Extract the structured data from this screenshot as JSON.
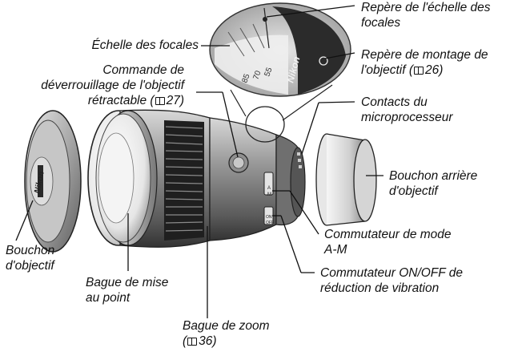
{
  "labels": {
    "focal_scale": "Échelle des focales",
    "retract_release_l1": "Commande de",
    "retract_release_l2": "déverrouillage de l'objectif",
    "retract_release_l3": "rétractable (",
    "retract_release_ref": "27)",
    "focal_mark_l1": "Repère de l'échelle des",
    "focal_mark_l2": "focales",
    "mount_mark_l1": "Repère de montage de",
    "mount_mark_l2": "l'objectif (",
    "mount_mark_ref": "26)",
    "cpu_l1": "Contacts du",
    "cpu_l2": "microprocesseur",
    "rear_cap_l1": "Bouchon arrière",
    "rear_cap_l2": "d'objectif",
    "am_l1": "Commutateur de mode",
    "am_l2": "A-M",
    "vr_l1": "Commutateur ON/OFF de",
    "vr_l2": "réduction de vibration",
    "front_cap_l1": "Bouchon",
    "front_cap_l2": "d'objectif",
    "focus_ring_l1": "Bague de mise",
    "focus_ring_l2": "au point",
    "zoom_ring_l1": "Bague de zoom",
    "zoom_ring_ref": "36)"
  },
  "illustration": {
    "cap_brand": "Nikon",
    "lens_brand": "Nikon",
    "scale_marks": [
      "85",
      "70",
      "55"
    ],
    "am_switch": [
      "A",
      "M"
    ],
    "vr_switch": [
      "ON",
      "OFF"
    ]
  }
}
